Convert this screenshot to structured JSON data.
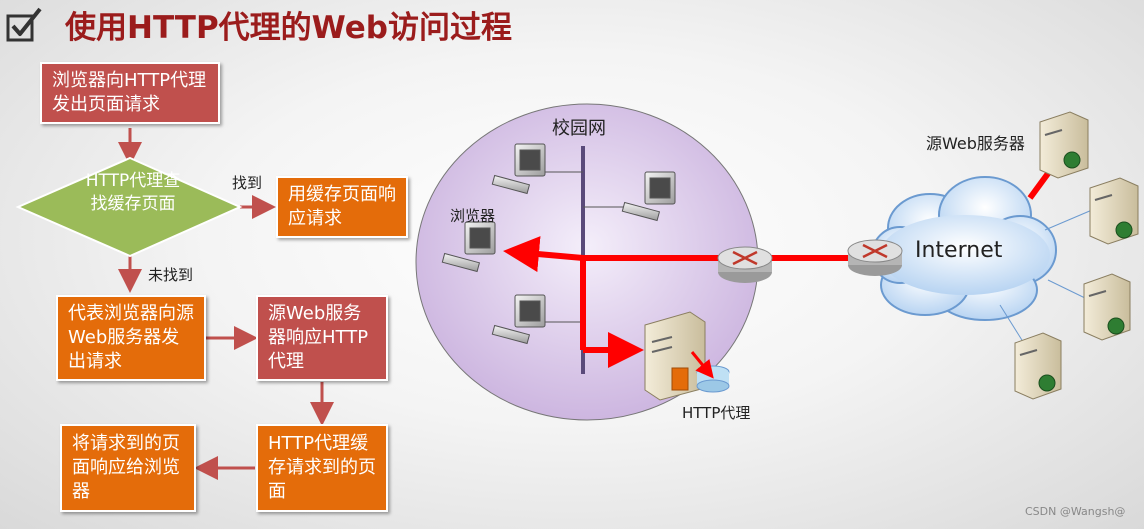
{
  "title": "使用HTTP代理的Web访问过程",
  "flow": {
    "step1": "浏览器向HTTP代理发出页面请求",
    "decision": "HTTP代理查找缓存页面",
    "found_label": "找到",
    "not_found_label": "未找到",
    "cache_respond": "用缓存页面响应请求",
    "forward_request": "代表浏览器向源Web服务器发出请求",
    "origin_respond": "源Web服务器响应HTTP代理",
    "cache_page": "HTTP代理缓存请求到的页面",
    "respond_browser": "将请求到的页面响应给浏览器"
  },
  "network": {
    "campus_label": "校园网",
    "browser_label": "浏览器",
    "proxy_label": "HTTP代理",
    "internet_label": "Internet",
    "origin_server_label": "源Web服务器"
  },
  "watermark": "CSDN @Wangsh@",
  "colors": {
    "title": "#9b1c1c",
    "red_box": "#c0504d",
    "orange_box": "#e46c0a",
    "decision": "#9bbb59",
    "arrow": "#c0504d",
    "link": "#ff0000",
    "campus": "#d9c8e8"
  }
}
